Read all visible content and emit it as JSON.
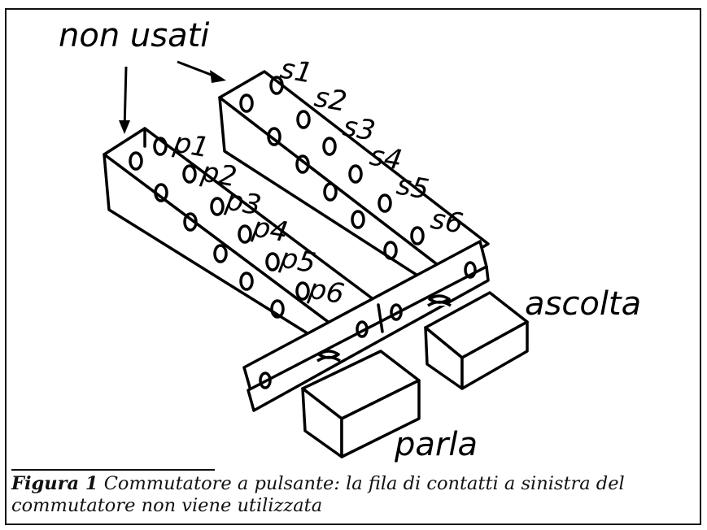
{
  "labels": {
    "unused": "non usati",
    "speak": "parla",
    "listen": "ascolta",
    "left_row": [
      "p1",
      "p2",
      "p3",
      "p4",
      "p5",
      "p6"
    ],
    "right_row": [
      "s1",
      "s2",
      "s3",
      "s4",
      "s5",
      "s6"
    ]
  },
  "caption": {
    "figure": "Figura 1",
    "text": "Commutatore a pulsante: la fila di contatti a sinistra del commutatore non viene utilizzata"
  }
}
